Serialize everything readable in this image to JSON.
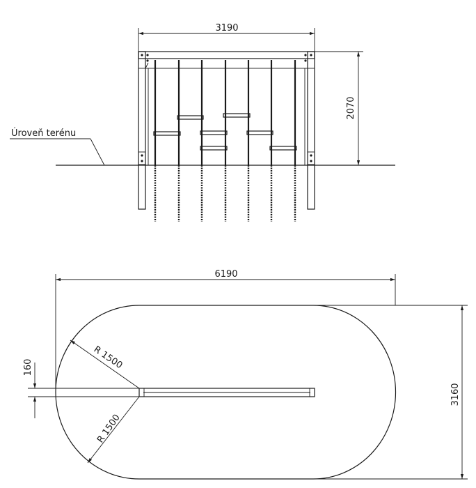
{
  "front_view": {
    "width_dim": "3190",
    "height_dim": "2070",
    "ground_label": "Úroveň terénu"
  },
  "top_view": {
    "length_dim": "6190",
    "width_dim": "3160",
    "beam_dim": "160",
    "radius_upper": "R 1500",
    "radius_lower": "R 1500"
  }
}
